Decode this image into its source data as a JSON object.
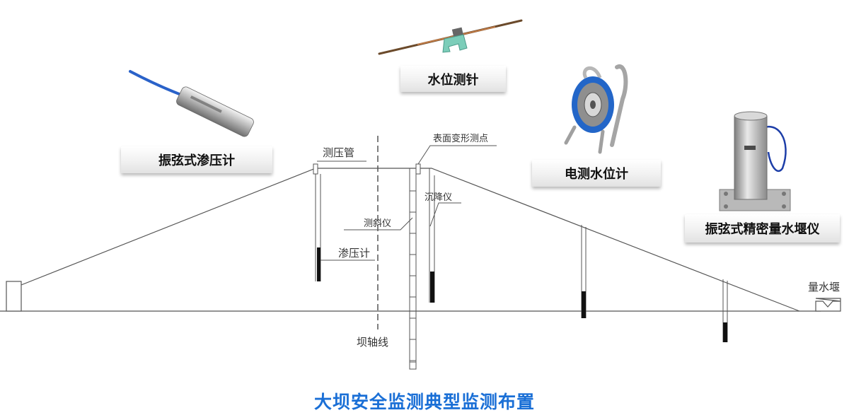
{
  "title": "大坝安全监测典型监测布置",
  "diagram_labels": {
    "piezometer_tube": "测压管",
    "surface_deformation_point": "表面变形测点",
    "settlement_gauge": "沉降仪",
    "inclinometer": "测斜仪",
    "osmometer": "渗压计",
    "dam_axis": "坝轴线",
    "weir": "量水堰"
  },
  "instrument_cards": {
    "vibrating_wire_piezometer": "振弦式渗压计",
    "water_level_probe": "水位测针",
    "electric_water_level_meter": "电测水位计",
    "vibrating_wire_weir_meter": "振弦式精密量水堰仪"
  },
  "colors": {
    "title": "#1a6fd6",
    "line": "#555555",
    "sensor": "#111111",
    "cable_blue": "#2a62c9"
  }
}
